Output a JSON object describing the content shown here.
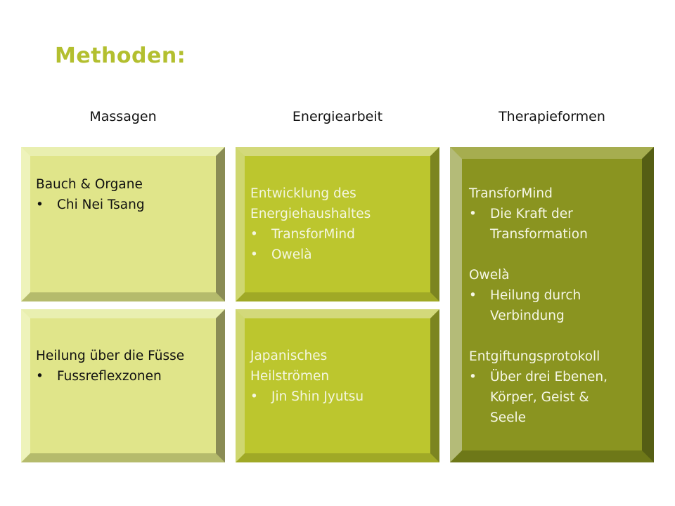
{
  "title": "Methoden:",
  "columns": [
    "Massagen",
    "Energiearbeit",
    "Therapieformen"
  ],
  "boxes": {
    "massage_top": {
      "heading": "Bauch & Organe",
      "bullets": [
        "Chi Nei Tsang"
      ]
    },
    "massage_bottom": {
      "heading": "Heilung über die Füsse",
      "bullets": [
        "Fussreflexzonen"
      ]
    },
    "energy_top": {
      "heading_lines": [
        "Entwicklung des",
        "Energiehaushaltes"
      ],
      "bullets": [
        "TransforMind",
        "Owelà"
      ]
    },
    "energy_bottom": {
      "heading_lines": [
        "Japanisches",
        "Heilströmen"
      ],
      "bullets": [
        "Jin Shin Jyutsu"
      ]
    },
    "therapy": {
      "groups": [
        {
          "heading": "TransforMind",
          "bullet_lines": [
            "Die Kraft der",
            "Transformation"
          ]
        },
        {
          "heading": "Owelà",
          "bullet_lines": [
            "Heilung durch",
            "Verbindung"
          ]
        },
        {
          "heading": "Entgiftungsprotokoll",
          "bullet_lines": [
            "Über drei Ebenen,",
            "Körper, Geist &",
            "Seele"
          ]
        }
      ]
    }
  },
  "bullet_char": "•",
  "colors": {
    "accent": "#b3bf2f",
    "light": "#e0e58a",
    "mid": "#bcc62e",
    "dark": "#8a9420"
  }
}
